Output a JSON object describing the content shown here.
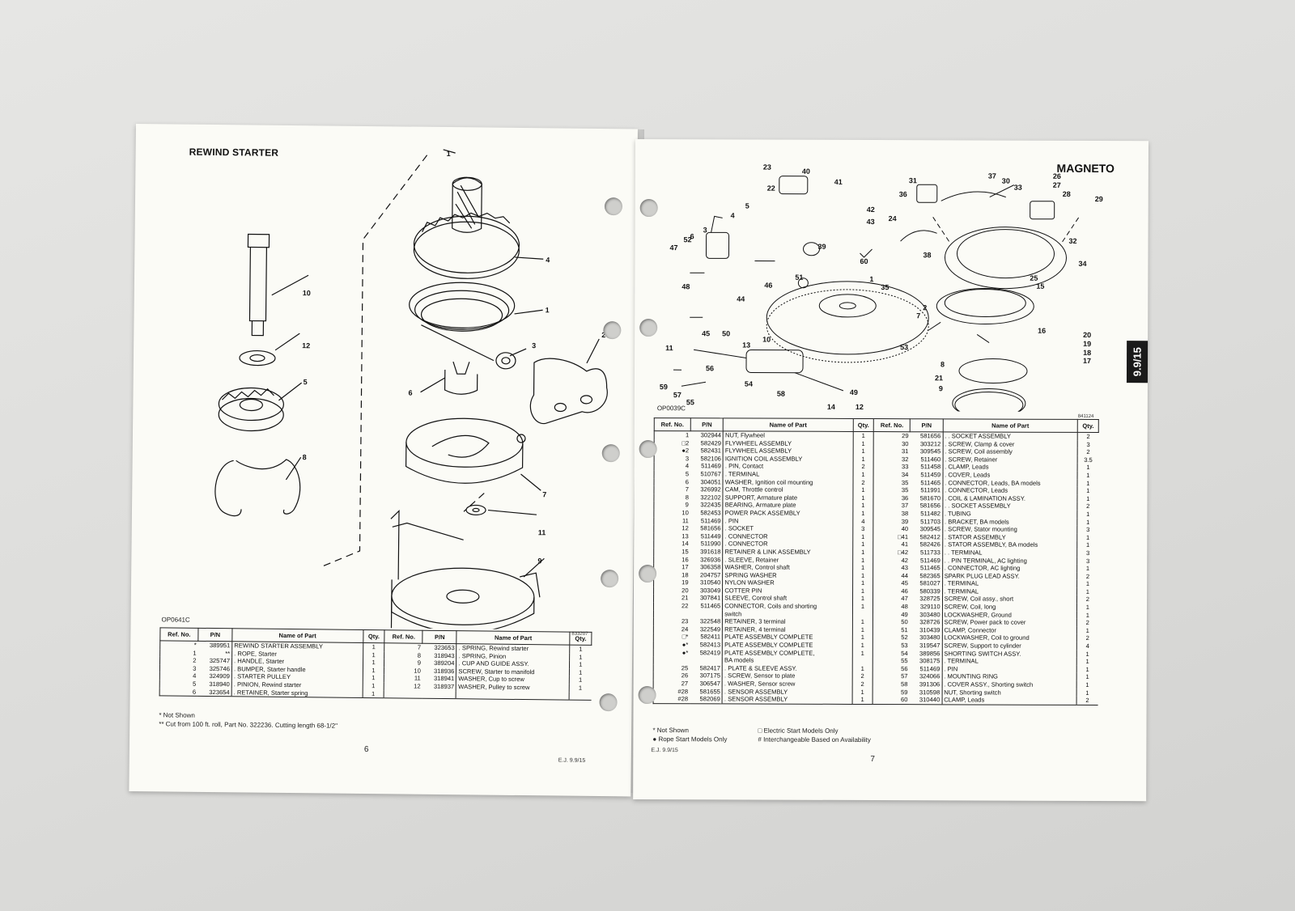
{
  "left": {
    "title": "REWIND STARTER",
    "op_code": "OP0641C",
    "fig_code": "833207",
    "callouts": [
      "1",
      "2",
      "3",
      "4",
      "5",
      "6",
      "7",
      "8",
      "9",
      "10",
      "11",
      "12"
    ],
    "table": {
      "headers": [
        "Ref. No.",
        "P/N",
        "Name of Part",
        "Qty.",
        "Ref. No.",
        "P/N",
        "Name of Part",
        "Qty."
      ],
      "col1": [
        {
          "ref": "*",
          "pn": "389951",
          "name": "REWIND STARTER ASSEMBLY",
          "qty": "1"
        },
        {
          "ref": "1",
          "pn": "**",
          "name": ". ROPE, Starter",
          "qty": "1"
        },
        {
          "ref": "2",
          "pn": "325747",
          "name": ". HANDLE, Starter",
          "qty": "1"
        },
        {
          "ref": "3",
          "pn": "325746",
          "name": ". BUMPER, Starter handle",
          "qty": "1"
        },
        {
          "ref": "4",
          "pn": "324909",
          "name": ". STARTER PULLEY",
          "qty": "1"
        },
        {
          "ref": "5",
          "pn": "318940",
          "name": ". PINION, Rewind starter",
          "qty": "1"
        },
        {
          "ref": "6",
          "pn": "323654",
          "name": ". RETAINER, Starter spring",
          "qty": "1"
        }
      ],
      "col2": [
        {
          "ref": "7",
          "pn": "323653",
          "name": ". SPRING, Rewind starter",
          "qty": "1"
        },
        {
          "ref": "8",
          "pn": "318943",
          "name": ". SPRING, Pinion",
          "qty": "1"
        },
        {
          "ref": "9",
          "pn": "389204",
          "name": ". CUP AND GUIDE ASSY.",
          "qty": "1"
        },
        {
          "ref": "10",
          "pn": "318936",
          "name": "SCREW, Starter to manifold",
          "qty": "1"
        },
        {
          "ref": "11",
          "pn": "318941",
          "name": "WASHER, Cup to screw",
          "qty": "1"
        },
        {
          "ref": "12",
          "pn": "318937",
          "name": "WASHER, Pulley to screw",
          "qty": "1"
        }
      ]
    },
    "footnotes": [
      "*  Not Shown",
      "**  Cut from 100 ft. roll, Part No. 322236. Cutting length 68-1/2\""
    ],
    "page_number": "6",
    "edition": "E.J. 9.9/15"
  },
  "right": {
    "title": "MAGNETO",
    "side_tab": "9.9/15",
    "op_code": "OP0039C",
    "fig_code": "841124",
    "callouts": [
      "1",
      "2",
      "3",
      "4",
      "5",
      "6",
      "7",
      "8",
      "9",
      "10",
      "11",
      "12",
      "13",
      "14",
      "15",
      "16",
      "17",
      "18",
      "19",
      "20",
      "21",
      "22",
      "23",
      "24",
      "25",
      "26",
      "27",
      "28",
      "29",
      "30",
      "31",
      "32",
      "33",
      "34",
      "35",
      "36",
      "37",
      "38",
      "39",
      "40",
      "41",
      "42",
      "43",
      "44",
      "45",
      "46",
      "47",
      "48",
      "49",
      "50",
      "51",
      "52",
      "53",
      "54",
      "55",
      "56",
      "57",
      "58",
      "59",
      "60"
    ],
    "table": {
      "headers": [
        "Ref. No.",
        "P/N",
        "Name of Part",
        "Qty.",
        "Ref. No.",
        "P/N",
        "Name of Part",
        "Qty."
      ],
      "col1": [
        {
          "ref": "1",
          "pn": "302944",
          "name": "NUT, Flywheel",
          "qty": "1"
        },
        {
          "ref": "□2",
          "pn": "582429",
          "name": "FLYWHEEL ASSEMBLY",
          "qty": "1"
        },
        {
          "ref": "●2",
          "pn": "582431",
          "name": "FLYWHEEL ASSEMBLY",
          "qty": "1"
        },
        {
          "ref": "3",
          "pn": "582106",
          "name": "IGNITION COIL ASSEMBLY",
          "qty": "1"
        },
        {
          "ref": "4",
          "pn": "511469",
          "name": ". PIN, Contact",
          "qty": "2"
        },
        {
          "ref": "5",
          "pn": "510767",
          "name": ". TERMINAL",
          "qty": "1"
        },
        {
          "ref": "6",
          "pn": "304051",
          "name": "WASHER, Ignition coil mounting",
          "qty": "2"
        },
        {
          "ref": "7",
          "pn": "326992",
          "name": "CAM, Throttle control",
          "qty": "1"
        },
        {
          "ref": "8",
          "pn": "322102",
          "name": "SUPPORT, Armature plate",
          "qty": "1"
        },
        {
          "ref": "9",
          "pn": "322435",
          "name": "BEARING, Armature plate",
          "qty": "1"
        },
        {
          "ref": "10",
          "pn": "582453",
          "name": "POWER PACK ASSEMBLY",
          "qty": "1"
        },
        {
          "ref": "11",
          "pn": "511469",
          "name": ". PIN",
          "qty": "4"
        },
        {
          "ref": "12",
          "pn": "581656",
          "name": ". SOCKET",
          "qty": "3"
        },
        {
          "ref": "13",
          "pn": "511449",
          "name": ". CONNECTOR",
          "qty": "1"
        },
        {
          "ref": "14",
          "pn": "511990",
          "name": ". CONNECTOR",
          "qty": "1"
        },
        {
          "ref": "15",
          "pn": "391618",
          "name": "RETAINER & LINK ASSEMBLY",
          "qty": "1"
        },
        {
          "ref": "16",
          "pn": "326936",
          "name": ". SLEEVE, Retainer",
          "qty": "1"
        },
        {
          "ref": "17",
          "pn": "306358",
          "name": "WASHER, Control shaft",
          "qty": "1"
        },
        {
          "ref": "18",
          "pn": "204757",
          "name": "SPRING WASHER",
          "qty": "1"
        },
        {
          "ref": "19",
          "pn": "310540",
          "name": "NYLON WASHER",
          "qty": "1"
        },
        {
          "ref": "20",
          "pn": "303049",
          "name": "COTTER PIN",
          "qty": "1"
        },
        {
          "ref": "21",
          "pn": "307841",
          "name": "SLEEVE, Control shaft",
          "qty": "1"
        },
        {
          "ref": "22",
          "pn": "511465",
          "name": "CONNECTOR, Coils and shorting",
          "qty": "1"
        },
        {
          "ref": "",
          "pn": "",
          "name": "switch",
          "qty": ""
        },
        {
          "ref": "23",
          "pn": "322548",
          "name": "RETAINER, 3 terminal",
          "qty": "1"
        },
        {
          "ref": "24",
          "pn": "322549",
          "name": "RETAINER, 4 terminal",
          "qty": "1"
        },
        {
          "ref": "□*",
          "pn": "582411",
          "name": "PLATE ASSEMBLY COMPLETE",
          "qty": "1"
        },
        {
          "ref": "●*",
          "pn": "582413",
          "name": "PLATE ASSEMBLY COMPLETE",
          "qty": "1"
        },
        {
          "ref": "●*",
          "pn": "582419",
          "name": "PLATE ASSEMBLY COMPLETE,",
          "qty": "1"
        },
        {
          "ref": "",
          "pn": "",
          "name": "BA models",
          "qty": ""
        },
        {
          "ref": "25",
          "pn": "582417",
          "name": ". PLATE & SLEEVE ASSY.",
          "qty": "1"
        },
        {
          "ref": "26",
          "pn": "307175",
          "name": ". SCREW, Sensor to plate",
          "qty": "2"
        },
        {
          "ref": "27",
          "pn": "306547",
          "name": ". WASHER, Sensor screw",
          "qty": "2"
        },
        {
          "ref": "#28",
          "pn": "581655",
          "name": ". SENSOR ASSEMBLY",
          "qty": "1"
        },
        {
          "ref": "#28",
          "pn": "582069",
          "name": ". SENSOR ASSEMBLY",
          "qty": "1"
        }
      ],
      "col2": [
        {
          "ref": "29",
          "pn": "581656",
          "name": ". . SOCKET ASSEMBLY",
          "qty": "2"
        },
        {
          "ref": "30",
          "pn": "303212",
          "name": ". SCREW, Clamp & cover",
          "qty": "3"
        },
        {
          "ref": "31",
          "pn": "309545",
          "name": ". SCREW, Coil assembly",
          "qty": "2"
        },
        {
          "ref": "32",
          "pn": "511460",
          "name": ". SCREW, Retainer",
          "qty": "3.5"
        },
        {
          "ref": "33",
          "pn": "511458",
          "name": ". CLAMP, Leads",
          "qty": "1"
        },
        {
          "ref": "34",
          "pn": "511459",
          "name": ". COVER, Leads",
          "qty": "1"
        },
        {
          "ref": "35",
          "pn": "511465",
          "name": ". CONNECTOR, Leads, BA models",
          "qty": "1"
        },
        {
          "ref": "35",
          "pn": "511991",
          "name": ". CONNECTOR, Leads",
          "qty": "1"
        },
        {
          "ref": "36",
          "pn": "581670",
          "name": ". COIL & LAMINATION ASSY.",
          "qty": "1"
        },
        {
          "ref": "37",
          "pn": "581656",
          "name": ". . SOCKET ASSEMBLY",
          "qty": "2"
        },
        {
          "ref": "38",
          "pn": "511482",
          "name": ". TUBING",
          "qty": "1"
        },
        {
          "ref": "39",
          "pn": "511703",
          "name": ". BRACKET, BA models",
          "qty": "1"
        },
        {
          "ref": "40",
          "pn": "309545",
          "name": ". SCREW, Stator mounting",
          "qty": "3"
        },
        {
          "ref": "□41",
          "pn": "582412",
          "name": ". STATOR ASSEMBLY",
          "qty": "1"
        },
        {
          "ref": "41",
          "pn": "582426",
          "name": ". STATOR ASSEMBLY, BA models",
          "qty": "1"
        },
        {
          "ref": "□42",
          "pn": "511733",
          "name": ". . TERMINAL",
          "qty": "3"
        },
        {
          "ref": "42",
          "pn": "511469",
          "name": ". . PIN TERMINAL, AC lighting",
          "qty": "3"
        },
        {
          "ref": "43",
          "pn": "511465",
          "name": ". CONNECTOR, AC lighting",
          "qty": "1"
        },
        {
          "ref": "44",
          "pn": "582365",
          "name": "SPARK PLUG LEAD ASSY.",
          "qty": "2"
        },
        {
          "ref": "45",
          "pn": "581027",
          "name": ". TERMINAL",
          "qty": "1"
        },
        {
          "ref": "46",
          "pn": "580339",
          "name": ". TERMINAL",
          "qty": "1"
        },
        {
          "ref": "47",
          "pn": "328725",
          "name": "SCREW, Coil assy., short",
          "qty": "2"
        },
        {
          "ref": "48",
          "pn": "329110",
          "name": "SCREW, Coil, long",
          "qty": "1"
        },
        {
          "ref": "49",
          "pn": "303480",
          "name": "LOCKWASHER, Ground",
          "qty": "1"
        },
        {
          "ref": "50",
          "pn": "328726",
          "name": "SCREW, Power pack to cover",
          "qty": "2"
        },
        {
          "ref": "51",
          "pn": "310439",
          "name": "CLAMP, Connector",
          "qty": "1"
        },
        {
          "ref": "52",
          "pn": "303480",
          "name": "LOCKWASHER, Coil to ground",
          "qty": "2"
        },
        {
          "ref": "53",
          "pn": "319547",
          "name": "SCREW, Support to cylinder",
          "qty": "4"
        },
        {
          "ref": "54",
          "pn": "389856",
          "name": "SHORTING SWITCH ASSY.",
          "qty": "1"
        },
        {
          "ref": "55",
          "pn": "308175",
          "name": ". TERMINAL",
          "qty": "1"
        },
        {
          "ref": "56",
          "pn": "511469",
          "name": ". PIN",
          "qty": "1"
        },
        {
          "ref": "57",
          "pn": "324066",
          "name": ". MOUNTING RING",
          "qty": "1"
        },
        {
          "ref": "58",
          "pn": "391306",
          "name": ". COVER ASSY., Shorting switch",
          "qty": "1"
        },
        {
          "ref": "59",
          "pn": "310598",
          "name": "NUT, Shorting switch",
          "qty": "1"
        },
        {
          "ref": "60",
          "pn": "310440",
          "name": "CLAMP, Leads",
          "qty": "2"
        }
      ]
    },
    "footnotes": [
      "*  Not Shown",
      "●  Rope Start Models Only",
      "□  Electric Start Models Only",
      "#  Interchangeable Based on Availability"
    ],
    "page_number": "7",
    "edition": "E.J. 9.9/15"
  }
}
